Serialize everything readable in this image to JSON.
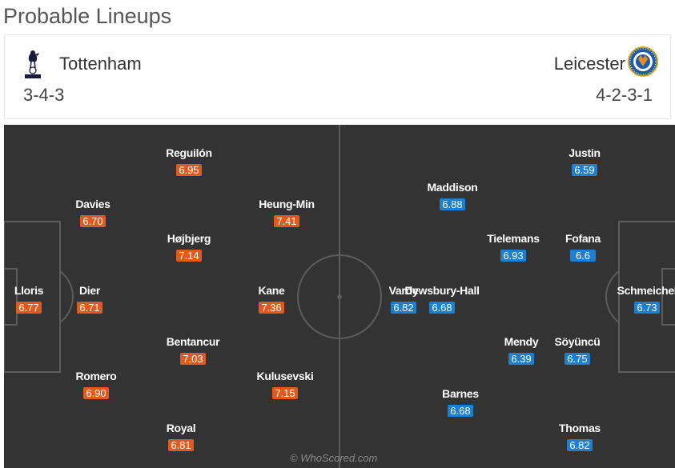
{
  "page_title": "Probable Lineups",
  "colors": {
    "home_rating": "#e0591d",
    "away_rating": "#1c7fd0",
    "pitch": "#333333"
  },
  "home": {
    "name": "Tottenham",
    "formation": "3-4-3",
    "crest_icon": "tottenham-cockerel-icon",
    "players": [
      {
        "name": "Lloris",
        "rating": "6.77"
      },
      {
        "name": "Davies",
        "rating": "6.70"
      },
      {
        "name": "Dier",
        "rating": "6.71"
      },
      {
        "name": "Romero",
        "rating": "6.90"
      },
      {
        "name": "Reguilón",
        "rating": "6.95"
      },
      {
        "name": "Højbjerg",
        "rating": "7.14"
      },
      {
        "name": "Bentancur",
        "rating": "7.03"
      },
      {
        "name": "Royal",
        "rating": "6.81"
      },
      {
        "name": "Heung-Min",
        "rating": "7.41"
      },
      {
        "name": "Kane",
        "rating": "7.36"
      },
      {
        "name": "Kulusevski",
        "rating": "7.15"
      }
    ]
  },
  "away": {
    "name": "Leicester",
    "formation": "4-2-3-1",
    "crest_icon": "leicester-fox-crest-icon",
    "players": [
      {
        "name": "Schmeichel",
        "rating": "6.73"
      },
      {
        "name": "Justin",
        "rating": "6.59"
      },
      {
        "name": "Fofana",
        "rating": "6.6"
      },
      {
        "name": "Söyüncü",
        "rating": "6.75"
      },
      {
        "name": "Thomas",
        "rating": "6.82"
      },
      {
        "name": "Tielemans",
        "rating": "6.93"
      },
      {
        "name": "Mendy",
        "rating": "6.39"
      },
      {
        "name": "Maddison",
        "rating": "6.88"
      },
      {
        "name": "Dewsbury-Hall",
        "rating": "6.68"
      },
      {
        "name": "Barnes",
        "rating": "6.68"
      },
      {
        "name": "Vardy",
        "rating": "6.82"
      }
    ]
  },
  "watermark": "© WhoScored.com"
}
